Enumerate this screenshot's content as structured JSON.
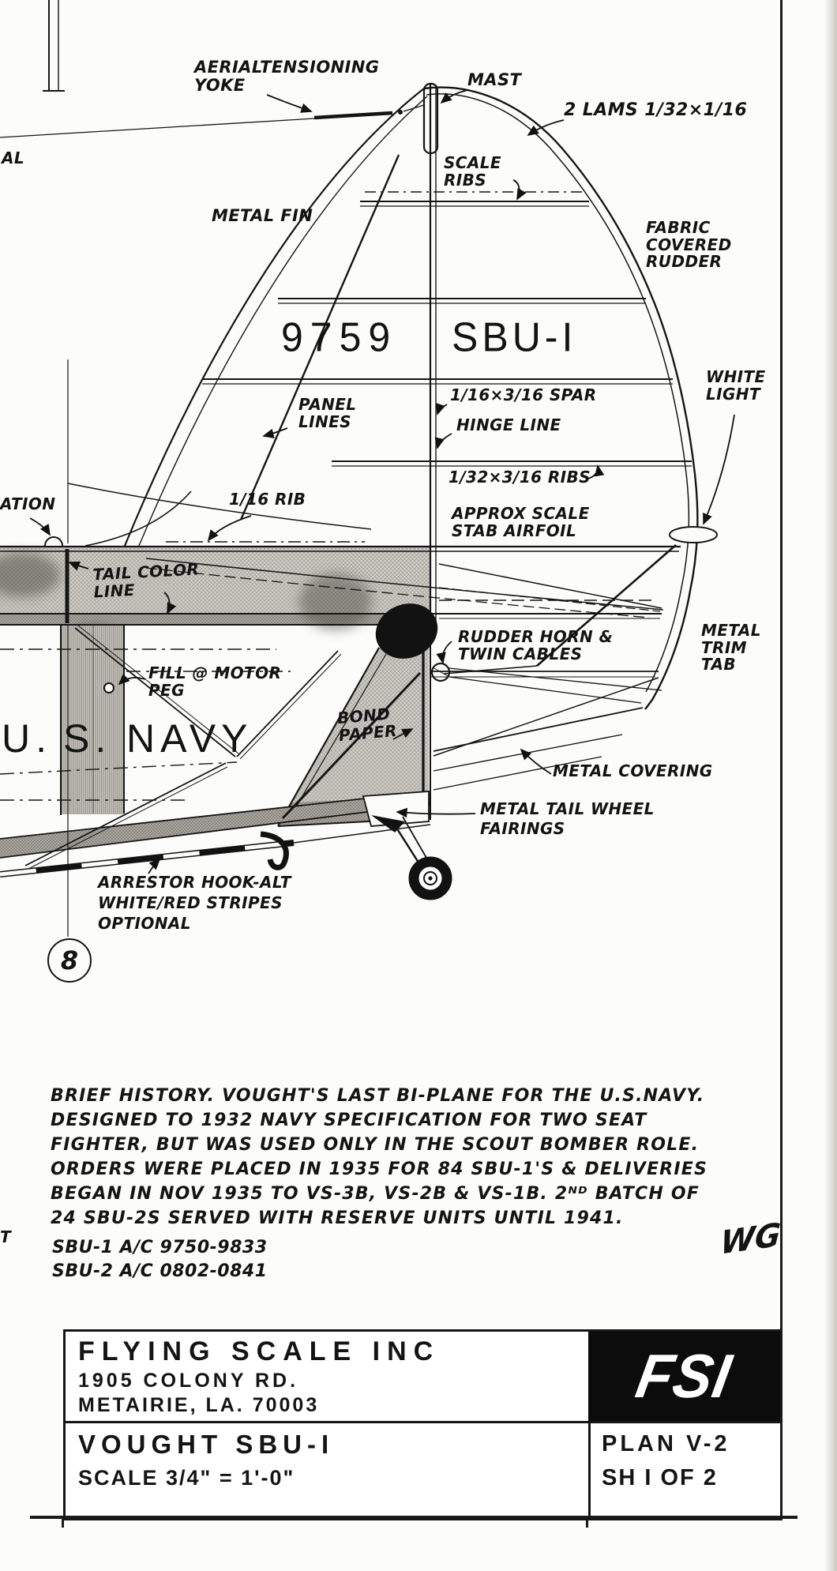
{
  "drawing": {
    "aircraft_number": "9759",
    "aircraft_type": "SBU-I",
    "marking_u": "U.",
    "marking_s": "S.",
    "marking_navy": "NAVY",
    "station_circle": "8",
    "cut_label_top_left": "AL",
    "cut_label_bottom_left": "T",
    "labels": {
      "aerial_yoke": [
        "AERIALTENSIONING",
        "YOKE"
      ],
      "mast": "MAST",
      "lams": "2 LAMS 1/32×1/16",
      "scale_ribs": [
        "SCALE",
        "RIBS"
      ],
      "metal_fin": "METAL FIN",
      "fabric_rudder": [
        "FABRIC",
        "COVERED",
        "RUDDER"
      ],
      "panel_lines": [
        "PANEL",
        "LINES"
      ],
      "spar": "1/16×3/16 SPAR",
      "hinge_line": "HINGE LINE",
      "ribs": "1/32×3/16 RIBS",
      "approx_stab": [
        "APPROX SCALE",
        "STAB AIRFOIL"
      ],
      "white_light": [
        "WHITE",
        "LIGHT"
      ],
      "station": "ATION",
      "rib_116": "1/16 RIB",
      "tail_color": [
        "TAIL COLOR",
        "LINE"
      ],
      "metal_trim_tab": [
        "METAL",
        "TRIM",
        "TAB"
      ],
      "rudder_horn": [
        "RUDDER HORN &",
        "TWIN CABLES"
      ],
      "fill_motor_peg": [
        "FILL @ MOTOR",
        "PEG"
      ],
      "bond_paper": [
        "BOND",
        "PAPER"
      ],
      "metal_covering": "METAL COVERING",
      "tail_wheel": [
        "METAL TAIL WHEEL",
        "FAIRINGS"
      ],
      "arrestor": [
        "ARRESTOR HOOK-ALT",
        "WHITE/RED STRIPES",
        "OPTIONAL"
      ]
    }
  },
  "history": {
    "lines": [
      "BRIEF HISTORY. VOUGHT'S LAST BI-PLANE FOR THE U.S.NAVY.",
      "DESIGNED TO 1932 NAVY SPECIFICATION FOR TWO SEAT",
      "FIGHTER, BUT WAS USED ONLY IN THE SCOUT BOMBER ROLE.",
      "ORDERS WERE PLACED IN 1935 FOR 84 SBU-1'S & DELIVERIES",
      "BEGAN IN NOV 1935 TO VS-3B, VS-2B & VS-1B. 2ᴺᴰ BATCH OF",
      "24 SBU-2S SERVED WITH RESERVE UNITS UNTIL 1941."
    ]
  },
  "aircraft_codes": [
    "SBU-1 A/C 9750-9833",
    "SBU-2 A/C 0802-0841"
  ],
  "signature": "WG",
  "title_block": {
    "company": "FLYING SCALE INC",
    "address1": "1905 COLONY RD.",
    "address2": "METAIRIE, LA. 70003",
    "logo": "FSI",
    "plan_title": "VOUGHT SBU-I",
    "plan_scale": "SCALE 3/4\" = 1'-0\"",
    "plan_number": "PLAN V-2",
    "sheet": "SH I OF 2"
  },
  "colors": {
    "ink": "#141414",
    "paper": "#fcfcfa",
    "shade": "#cfcec9"
  }
}
